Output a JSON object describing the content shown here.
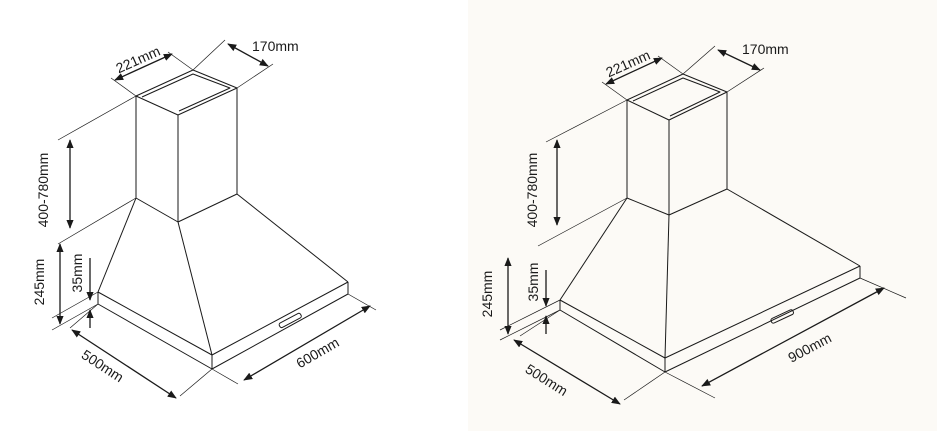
{
  "diagrams": [
    {
      "depth_top": "221mm",
      "width_top": "170mm",
      "chimney_height": "400-780mm",
      "canopy_height": "245mm",
      "rim_height": "35mm",
      "depth": "500mm",
      "width": "600mm"
    },
    {
      "depth_top": "221mm",
      "width_top": "170mm",
      "chimney_height": "400-780mm",
      "canopy_height": "245mm",
      "rim_height": "35mm",
      "depth": "500mm",
      "width": "900mm"
    }
  ],
  "colors": {
    "line": "#1a1a1a",
    "panel_right_background": "#fcfaf6"
  }
}
